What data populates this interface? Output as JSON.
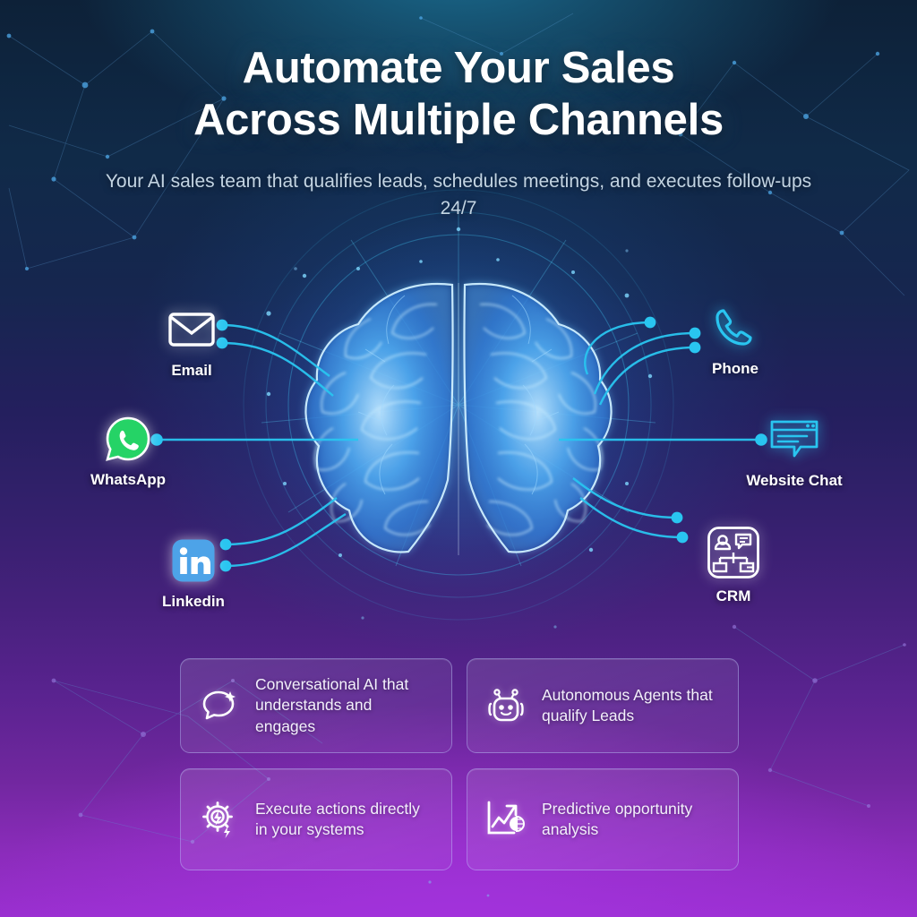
{
  "headline": {
    "line1": "Automate Your Sales",
    "line2": "Across Multiple Channels"
  },
  "subheadline": "Your AI sales team that qualifies leads, schedules meetings, and executes follow-ups 24/7",
  "hero": {
    "center_graphic": "ai-brain"
  },
  "channels": {
    "left": [
      {
        "id": "email",
        "label": "Email",
        "icon": "envelope-icon",
        "color": "#ffffff"
      },
      {
        "id": "whatsapp",
        "label": "WhatsApp",
        "icon": "whatsapp-icon",
        "color": "#25d366"
      },
      {
        "id": "linkedin",
        "label": "Linkedin",
        "icon": "linkedin-icon",
        "color": "#4da3e8"
      }
    ],
    "right": [
      {
        "id": "phone",
        "label": "Phone",
        "icon": "phone-icon",
        "color": "#29c5f0"
      },
      {
        "id": "website-chat",
        "label": "Website Chat",
        "icon": "chat-window-icon",
        "color": "#29c5f0"
      },
      {
        "id": "crm",
        "label": "CRM",
        "icon": "crm-network-icon",
        "color": "#ffffff"
      }
    ]
  },
  "features": [
    {
      "id": "conversational-ai",
      "icon": "chat-sparkle-icon",
      "text": "Conversational AI that understands and engages"
    },
    {
      "id": "autonomous-agents",
      "icon": "robot-icon",
      "text": "Autonomous Agents that qualify Leads"
    },
    {
      "id": "execute-actions",
      "icon": "gear-bolt-icon",
      "text": "Execute actions directly in your systems"
    },
    {
      "id": "predictive-analysis",
      "icon": "chart-brain-icon",
      "text": "Predictive opportunity analysis"
    }
  ],
  "colors": {
    "accent_cyan": "#29c5f0",
    "bg_top": "#0d2138",
    "bg_top_center": "#14597a",
    "bg_bottom": "#9a2fd0",
    "text_primary": "#ffffff",
    "text_secondary": "#c3d4e2"
  }
}
